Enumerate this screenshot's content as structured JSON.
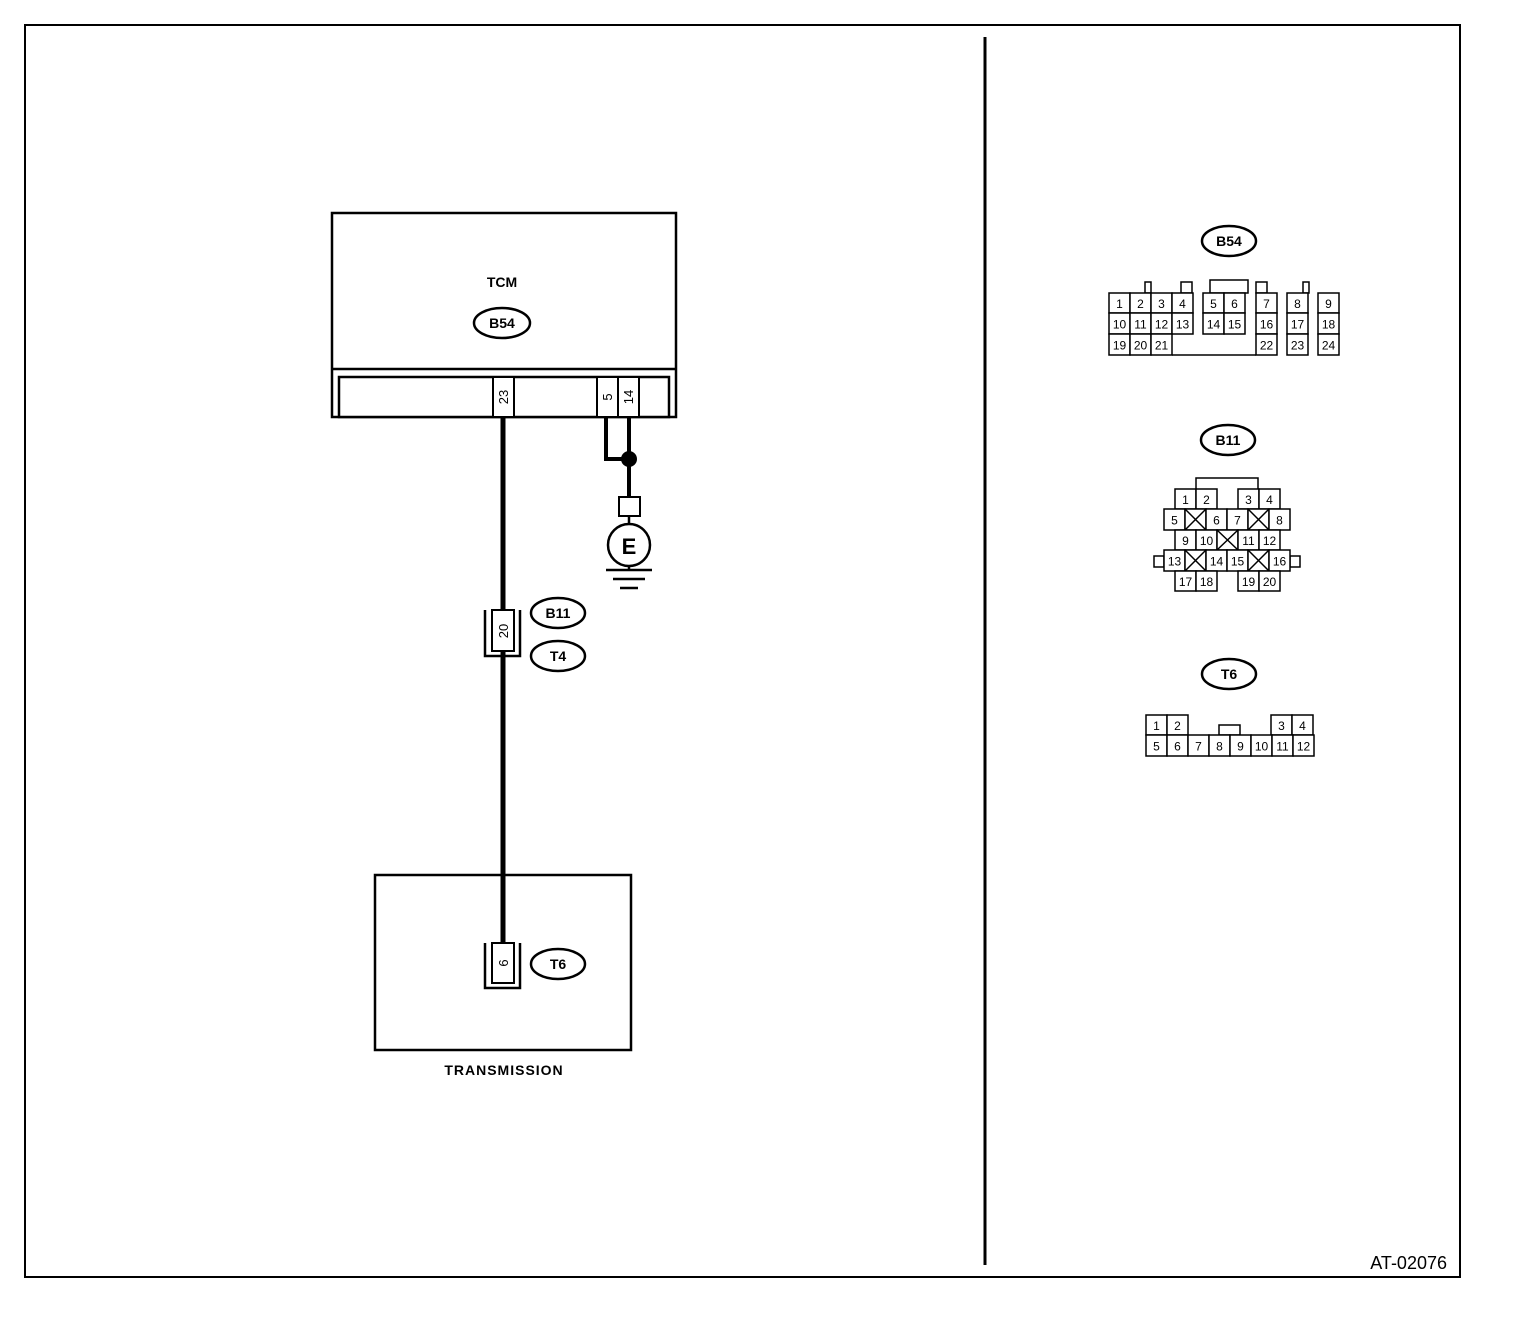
{
  "diagram": {
    "figure_id": "AT-02076",
    "tcm": {
      "name": "TCM",
      "connector": "B54",
      "pins": [
        "23",
        "5",
        "14"
      ]
    },
    "ground": {
      "label": "E"
    },
    "joint": {
      "connectors": [
        "B11",
        "T4"
      ],
      "pin": "20"
    },
    "transmission": {
      "name": "TRANSMISSION",
      "connector": "T6",
      "pin": "6"
    }
  },
  "connectors": {
    "b54": {
      "label": "B54",
      "row1": [
        "1",
        "2",
        "3",
        "4",
        "5",
        "6",
        "7",
        "8",
        "9"
      ],
      "row2": [
        "10",
        "11",
        "12",
        "13",
        "14",
        "15",
        "16",
        "17",
        "18"
      ],
      "row3": [
        "19",
        "20",
        "21",
        "22",
        "23",
        "24"
      ]
    },
    "b11": {
      "label": "B11",
      "row1": [
        "1",
        "2",
        "3",
        "4"
      ],
      "row2": [
        "5",
        "6",
        "7",
        "8"
      ],
      "row3": [
        "9",
        "10",
        "11",
        "12"
      ],
      "row4": [
        "13",
        "14",
        "15",
        "16"
      ],
      "row5": [
        "17",
        "18",
        "19",
        "20"
      ]
    },
    "t6": {
      "label": "T6",
      "row1": [
        "1",
        "2",
        "3",
        "4"
      ],
      "row2": [
        "5",
        "6",
        "7",
        "8",
        "9",
        "10",
        "11",
        "12"
      ]
    }
  }
}
